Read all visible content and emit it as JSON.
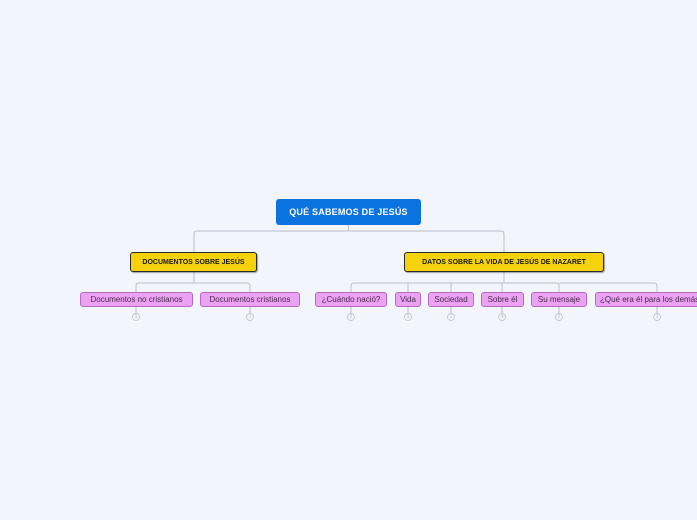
{
  "root": {
    "label": "QUÉ SABEMOS DE JESÚS"
  },
  "branches": [
    {
      "label": "DOCUMENTOS SOBRE JESÚS",
      "children": [
        {
          "label": "Documentos no cristianos",
          "count": "1"
        },
        {
          "label": "Documentos cristianos",
          "count": "1"
        }
      ]
    },
    {
      "label": "DATOS SOBRE LA VIDA DE JESÚS DE NAZARET",
      "children": [
        {
          "label": "¿Cuándo nació?",
          "count": "2"
        },
        {
          "label": "Vida",
          "count": "1"
        },
        {
          "label": "Sociedad",
          "count": "1"
        },
        {
          "label": "Sobre él",
          "count": "4"
        },
        {
          "label": "Su mensaje",
          "count": "2"
        },
        {
          "label": "¿Qué era él para los demás?",
          "count": "1"
        }
      ]
    }
  ],
  "colors": {
    "background": "#f3f5fc",
    "root": "#0a73e0",
    "main_topic": "#f5d20a",
    "sub_topic": "#eba2f3",
    "connector": "#b9bdca"
  }
}
